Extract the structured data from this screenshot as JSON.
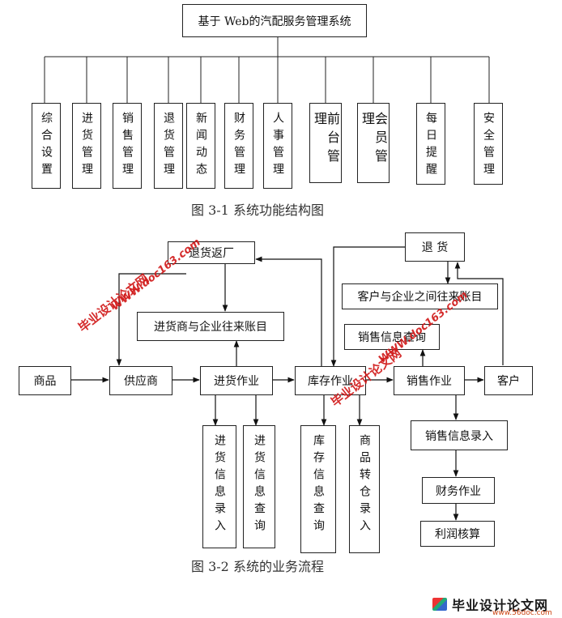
{
  "fig1": {
    "root": "基于 Web的汽配服务管理系统",
    "modules": [
      {
        "id": "m1",
        "label": "综合设置"
      },
      {
        "id": "m2",
        "label": "进货管理"
      },
      {
        "id": "m3",
        "label": "销售管理"
      },
      {
        "id": "m4",
        "label": "退货管理"
      },
      {
        "id": "m5",
        "label": "新闻动态"
      },
      {
        "id": "m6",
        "label": "财务管理"
      },
      {
        "id": "m7",
        "label": "人事管理"
      },
      {
        "id": "m8",
        "label": "前台管理"
      },
      {
        "id": "m9",
        "label": "会员管理"
      },
      {
        "id": "m10",
        "label": "每日提醒"
      },
      {
        "id": "m11",
        "label": "安全管理"
      }
    ],
    "caption": "图 3-1 系统功能结构图"
  },
  "fig2": {
    "nodes": {
      "return_factory": "退货返厂",
      "return": "退 货",
      "customer_account": "客户与企业之间往来账目",
      "supplier_account": "进货商与企业往来账目",
      "sales_query": "销售信息查询",
      "goods": "商品",
      "supplier": "供应商",
      "purchase_op": "进货作业",
      "inventory_op": "库存作业",
      "sales_op": "销售作业",
      "customer": "客户",
      "purchase_entry": "进货信息录入",
      "purchase_query": "进货信息查询",
      "inventory_query": "库存信息查询",
      "transfer_entry": "商品转仓录入",
      "sales_entry": "销售信息录入",
      "finance_op": "财务作业",
      "profit_calc": "利润核算"
    },
    "caption": "图 3-2 系统的业务流程"
  },
  "watermarks": {
    "text": "毕业设计论文网",
    "url": "WWW.doc163.com"
  },
  "footer": {
    "logo_text": "毕业设计论文网",
    "url": "www.56doc.com"
  }
}
